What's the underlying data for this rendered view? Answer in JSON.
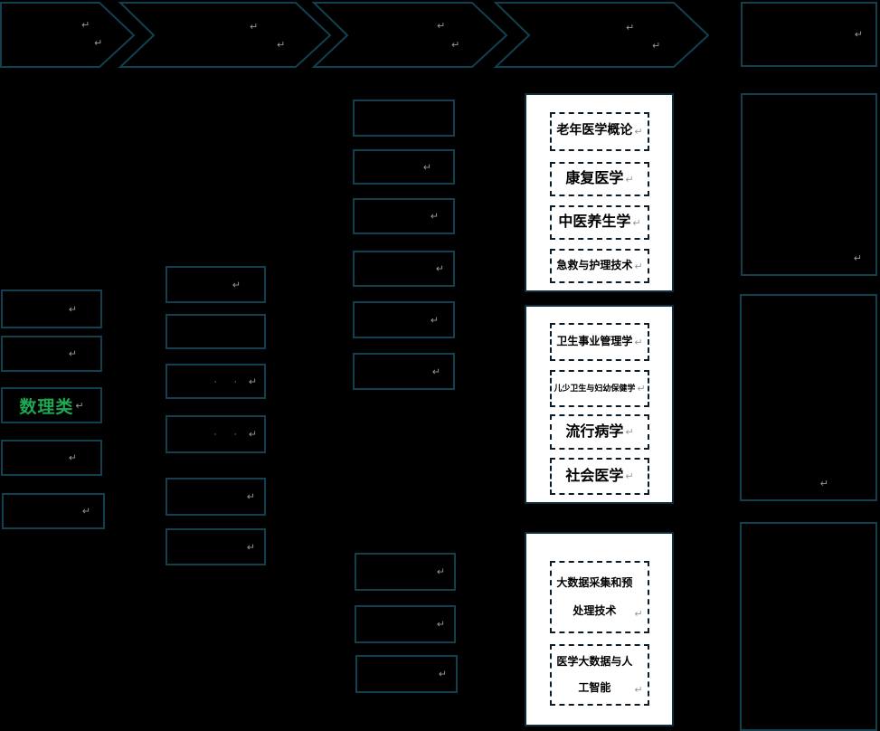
{
  "return_mark": "↵",
  "dots_mark": "· ·",
  "labels": {
    "math_category": "数理类"
  },
  "course_groups": [
    {
      "courses": [
        "老年医学概论",
        "康复医学",
        "中医养生学",
        "急救与护理技术"
      ]
    },
    {
      "courses": [
        "卫生事业管理学",
        "儿少卫生与妇幼保健学",
        "流行病学",
        "社会医学"
      ]
    },
    {
      "courses": [
        "大数据采集和预\n处理技术",
        "医学大数据与人\n工智能"
      ]
    }
  ],
  "colors": {
    "background": "#000000",
    "shape_outline": "#12404f",
    "panel_fill": "#ffffff",
    "dashed_border": "#0c1c28",
    "highlight_green": "#1ea853",
    "formatting_mark_gray": "#8f9aa0"
  }
}
